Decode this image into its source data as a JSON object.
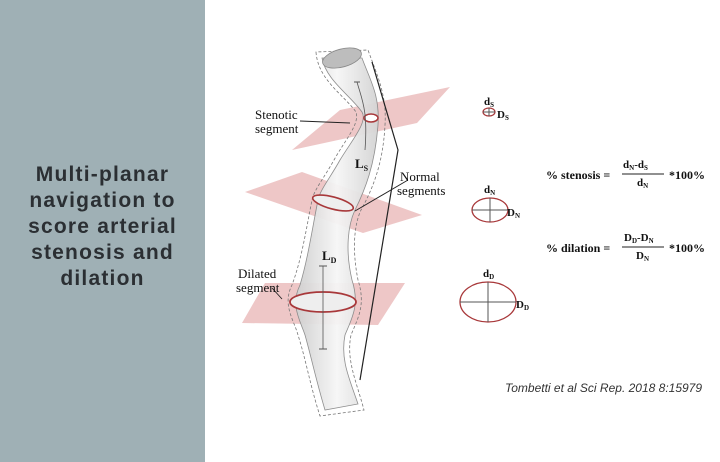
{
  "sidebar": {
    "title_lines": [
      "Multi-planar",
      "navigation to",
      "score arterial",
      "stenosis and",
      "dilation"
    ]
  },
  "diagram": {
    "labels": {
      "stenotic": [
        "Stenotic",
        "segment"
      ],
      "normal": [
        "Normal",
        "segments"
      ],
      "dilated": [
        "Dilated",
        "segment"
      ],
      "ls": {
        "main": "L",
        "sub": "S"
      },
      "ld": {
        "main": "L",
        "sub": "D"
      }
    },
    "cross_sections": {
      "stenotic": {
        "d": "d",
        "d_sub": "S",
        "D": "D",
        "D_sub": "S"
      },
      "normal": {
        "d": "d",
        "d_sub": "N",
        "D": "D",
        "D_sub": "N"
      },
      "dilated": {
        "d": "d",
        "d_sub": "D",
        "D": "D",
        "D_sub": "D"
      }
    },
    "formulas": {
      "stenosis": {
        "lhs": "% stenosis =",
        "num": [
          "d",
          "N",
          "-d",
          "S"
        ],
        "den": [
          "d",
          "N"
        ],
        "mult": "*100%"
      },
      "dilation": {
        "lhs": "% dilation =",
        "num": [
          "D",
          "D",
          "-D",
          "N"
        ],
        "den": [
          "D",
          "N"
        ],
        "mult": "*100%"
      }
    },
    "colors": {
      "plane": "#e8b4b4",
      "ring": "#a8383a",
      "vessel": "#e6e6e6"
    }
  },
  "citation": "Tombetti et al Sci Rep. 2018 8:15979"
}
